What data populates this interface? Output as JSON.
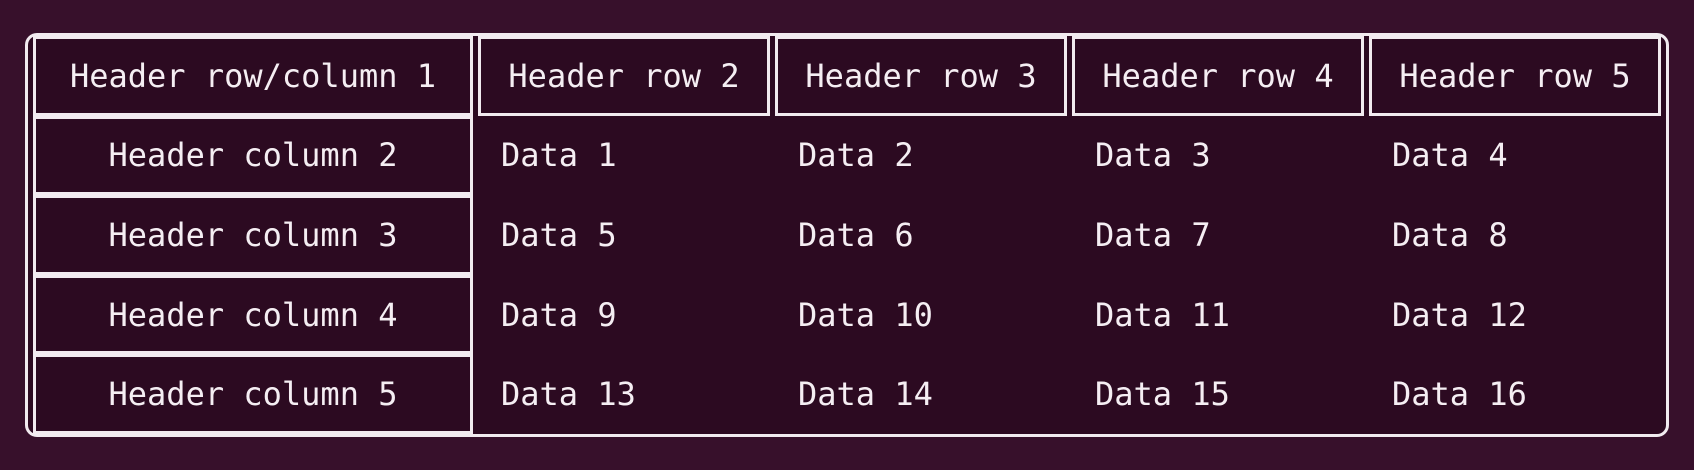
{
  "colors": {
    "page_background": "#37102b",
    "table_background": "#2c0a21",
    "border": "#f2ebf0",
    "text": "#f5eef3"
  },
  "chart_data": {
    "type": "table",
    "title": "",
    "corner_header": "Header row/column 1",
    "column_headers": [
      "Header row 2",
      "Header row 3",
      "Header row 4",
      "Header row 5"
    ],
    "row_headers": [
      "Header column 2",
      "Header column 3",
      "Header column 4",
      "Header column 5"
    ],
    "cells": [
      [
        "Data 1",
        "Data 2",
        "Data 3",
        "Data 4"
      ],
      [
        "Data 5",
        "Data 6",
        "Data 7",
        "Data 8"
      ],
      [
        "Data 9",
        "Data 10",
        "Data 11",
        "Data 12"
      ],
      [
        "Data 13",
        "Data 14",
        "Data 15",
        "Data 16"
      ]
    ],
    "layout": {
      "header_row_borders": true,
      "header_column_borders": true,
      "data_grid_lines": false,
      "outer_border_rounded": true
    }
  }
}
